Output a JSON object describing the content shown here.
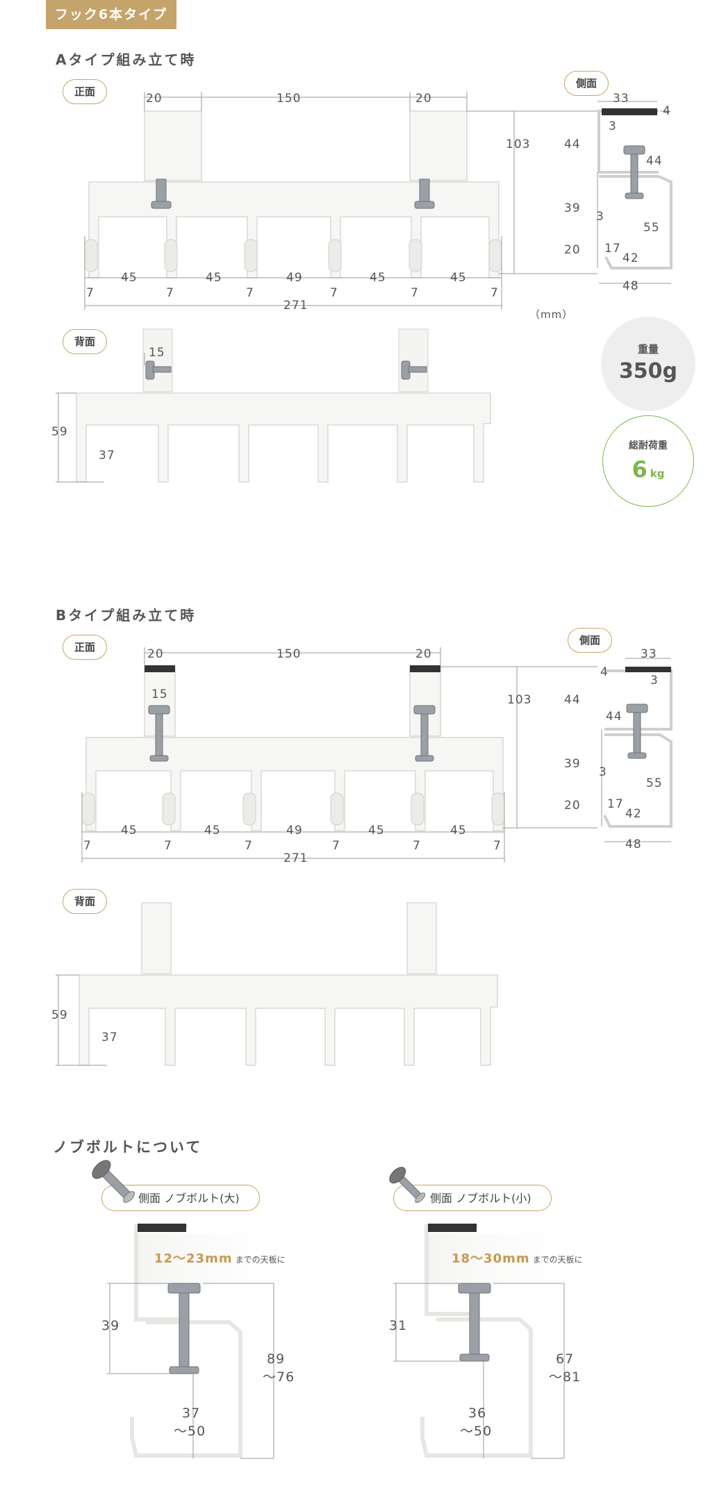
{
  "tag": "フック6本タイプ",
  "unit": "（mm）",
  "sectionA": {
    "title": "Aタイプ組み立て時",
    "front_label": "正面",
    "side_label": "側面",
    "back_label": "背面",
    "front_dims": [
      "20",
      "150",
      "20",
      "103",
      "45",
      "45",
      "49",
      "45",
      "45",
      "7",
      "7",
      "7",
      "7",
      "7",
      "7",
      "271"
    ],
    "side_dims": [
      "33",
      "4",
      "3",
      "44",
      "44",
      "39",
      "3",
      "55",
      "20",
      "17",
      "42",
      "48"
    ],
    "back_dims": [
      "15",
      "59",
      "37"
    ]
  },
  "weight": {
    "label": "重量",
    "value": "350g"
  },
  "load": {
    "label": "総耐荷重",
    "value": "6",
    "unit": "kg"
  },
  "sectionB": {
    "title": "Bタイプ組み立て時",
    "front_label": "正面",
    "side_label": "側面",
    "back_label": "背面",
    "front_dims": [
      "20",
      "150",
      "20",
      "15",
      "103",
      "45",
      "45",
      "49",
      "45",
      "45",
      "7",
      "7",
      "7",
      "7",
      "7",
      "7",
      "271"
    ],
    "side_dims": [
      "33",
      "4",
      "3",
      "44",
      "44",
      "39",
      "3",
      "55",
      "20",
      "17",
      "42",
      "48"
    ],
    "back_dims": [
      "59",
      "37"
    ]
  },
  "bolt": {
    "title": "ノブボルトについて",
    "large": {
      "label": "側面 ノブボルト(大)",
      "range": "12〜23mm",
      "note": "までの天板に",
      "d1": "39",
      "d2": "89",
      "d2b": "〜76",
      "d3": "37",
      "d3b": "〜50"
    },
    "small": {
      "label": "側面 ノブボルト(小)",
      "range": "18〜30mm",
      "note": "までの天板に",
      "d1": "31",
      "d2": "67",
      "d2b": "〜81",
      "d3": "36",
      "d3b": "〜50"
    }
  }
}
